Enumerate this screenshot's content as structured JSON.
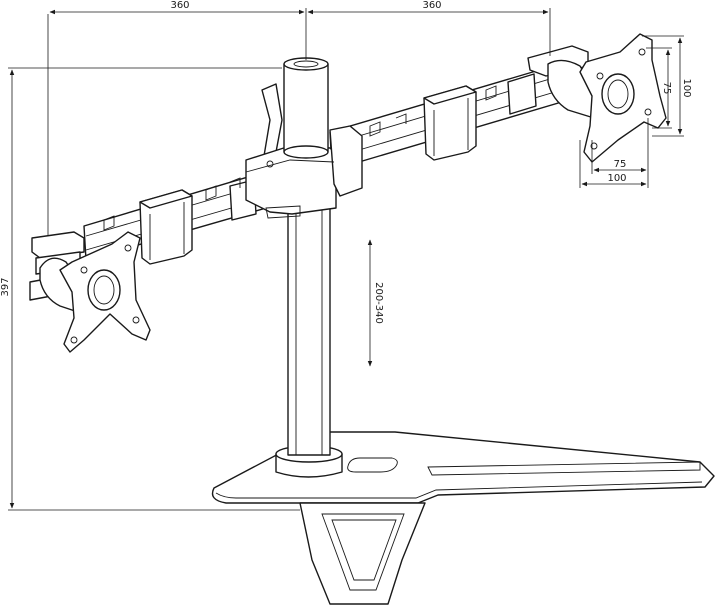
{
  "dimensions": {
    "left_arm_width": "360",
    "right_arm_width": "360",
    "total_height": "397",
    "pole_height_range": "200-340",
    "vesa_horizontal_small": "75",
    "vesa_horizontal_large": "100",
    "vesa_vertical_small": "75",
    "vesa_vertical_large": "100"
  }
}
